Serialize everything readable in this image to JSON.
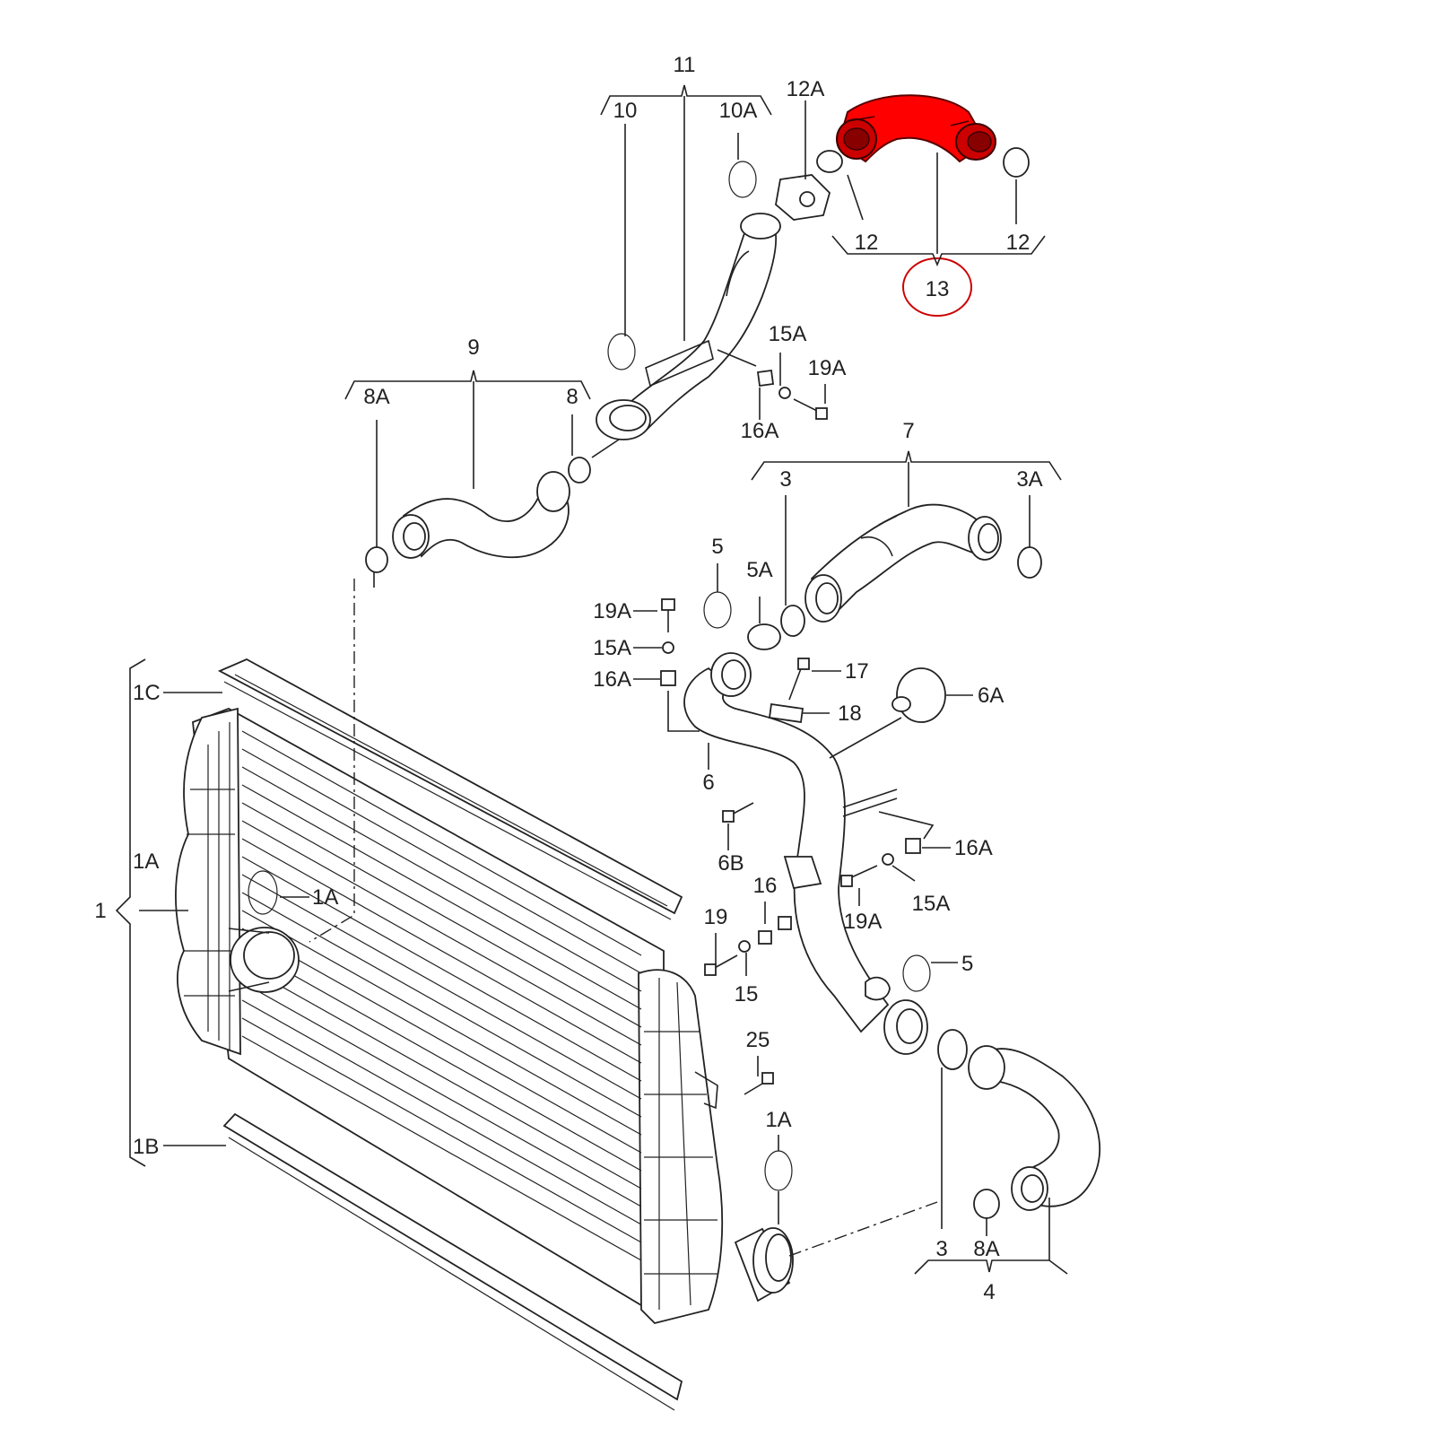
{
  "diagram": {
    "highlight_color": "#ff0000",
    "callout_color": "#cc0000",
    "labels": {
      "l11": "11",
      "l10": "10",
      "l10A": "10A",
      "l12A": "12A",
      "l12a": "12",
      "l12b": "12",
      "l13": "13",
      "l9": "9",
      "l8A_top": "8A",
      "l8": "8",
      "l15A_top": "15A",
      "l19A_top": "19A",
      "l16A_top": "16A",
      "l7": "7",
      "l3_top": "3",
      "l3A": "3A",
      "l5_top": "5",
      "l5A": "5A",
      "l19A_mid": "19A",
      "l15A_mid": "15A",
      "l16A_mid": "16A",
      "l17": "17",
      "l18": "18",
      "l6A": "6A",
      "l6": "6",
      "l6B": "6B",
      "l1C": "1C",
      "l1A_left": "1A",
      "l1": "1",
      "l1A_in": "1A",
      "l1B": "1B",
      "l16A_right": "16A",
      "l15A_right": "15A",
      "l19A_right": "19A",
      "l16": "16",
      "l19": "19",
      "l15": "15",
      "l5_low": "5",
      "l25": "25",
      "l1A_low": "1A",
      "l3_low": "3",
      "l8A_low": "8A",
      "l4": "4"
    }
  }
}
